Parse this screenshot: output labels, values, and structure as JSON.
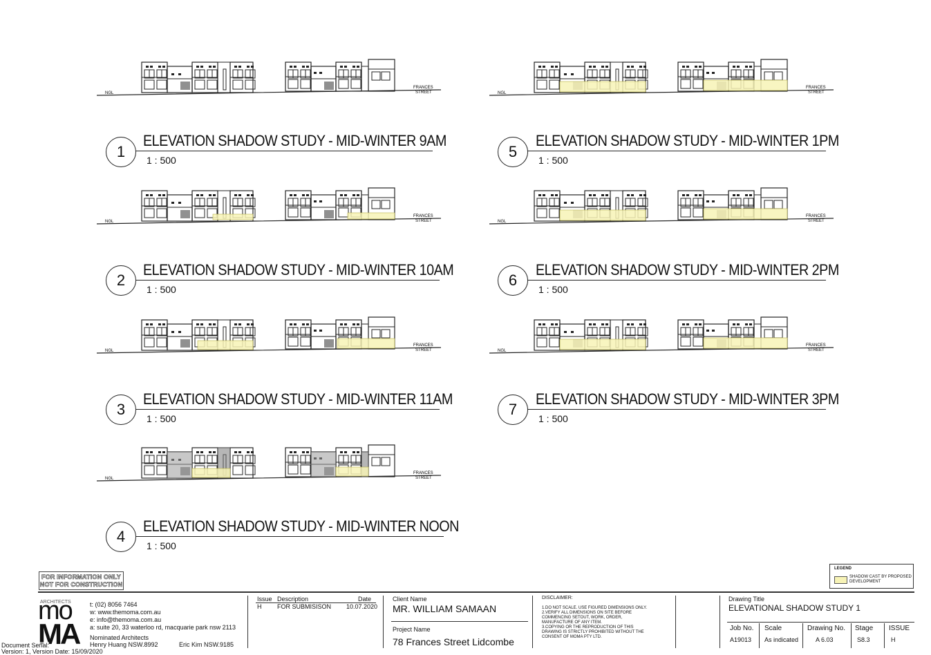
{
  "labels": {
    "ngl": "NGL",
    "street_line1": "FRANCES",
    "street_line2": "STREET"
  },
  "views": [
    {
      "number": "1",
      "title": "ELEVATION SHADOW STUDY - MID-WINTER 9AM",
      "scale": "1 : 500"
    },
    {
      "number": "2",
      "title": "ELEVATION SHADOW STUDY - MID-WINTER 10AM",
      "scale": "1 : 500"
    },
    {
      "number": "3",
      "title": "ELEVATION SHADOW STUDY - MID-WINTER 11AM",
      "scale": "1 : 500"
    },
    {
      "number": "4",
      "title": "ELEVATION SHADOW STUDY - MID-WINTER NOON",
      "scale": "1 : 500"
    },
    {
      "number": "5",
      "title": "ELEVATION SHADOW STUDY - MID-WINTER 1PM",
      "scale": "1 : 500"
    },
    {
      "number": "6",
      "title": "ELEVATION SHADOW STUDY - MID-WINTER 2PM",
      "scale": "1 : 500"
    },
    {
      "number": "7",
      "title": "ELEVATION SHADOW STUDY - MID-WINTER 3PM",
      "scale": "1 : 500"
    }
  ],
  "stamp": {
    "line1": "FOR INFORMATION ONLY",
    "line2": "NOT FOR CONSTRUCTION"
  },
  "legend": {
    "heading": "LEGEND",
    "item_line1": "SHADOW CAST BY PROPOSED",
    "item_line2": "DEVELOPMENT",
    "shadow_color": "#f7f3b6"
  },
  "architect": {
    "logo_small": "ARCHITECTS",
    "logo_top": "mo",
    "logo_bottom": "MA",
    "phone": "t:  (02) 8056 7464",
    "web": "w:  www.themoma.com.au",
    "email": "e:   info@themoma.com.au",
    "address": "a:  suite 20, 33 waterloo rd, macquarie park nsw 2113",
    "nominated_heading": "Nominated Architects",
    "architect1": "Henry Huang  NSW.8992",
    "architect2": "Eric Kim  NSW.9185"
  },
  "document": {
    "serial": "Document Serial:",
    "version": "Version: 1, Version Date: 15/09/2020"
  },
  "issues": {
    "headers": {
      "issue": "Issue",
      "description": "Description",
      "date": "Date"
    },
    "rows": [
      {
        "issue": "H",
        "description": "FOR SUBMISISON",
        "date": "10.07.2020"
      }
    ]
  },
  "client": {
    "label": "Client Name",
    "name": "MR. WILLIAM SAMAAN"
  },
  "project": {
    "label": "Project Name",
    "name": "78 Frances Street Lidcombe"
  },
  "disclaimer": {
    "heading": "DISCLAIMER:",
    "lines": [
      "1.DO NOT SCALE. USE FIGURED DIMENSIONS ONLY.",
      "2.VERIFY ALL DIMENSIONS ON SITE BEFORE",
      "COMMENCING SETOUT, WORK, ORDER,",
      "MANUFACTURE OF ANY ITEM.",
      "3.COPYING OR THE REPRODUCTION OF THIS",
      "DRAWING IS STRICTLY PROHIBITED WITHOUT THE",
      "CONSENT OF MOMA PTY LTD."
    ]
  },
  "drawing": {
    "title_label": "Drawing Title",
    "title": "ELEVATIONAL SHADOW STUDY 1",
    "job_label": "Job No.",
    "job": "A19013",
    "scale_label": "Scale",
    "scale": "As indicated",
    "number_label": "Drawing No.",
    "number": "A 6.03",
    "stage_label": "Stage",
    "stage": "S8.3",
    "issue_label": "ISSUE",
    "issue": "H"
  }
}
